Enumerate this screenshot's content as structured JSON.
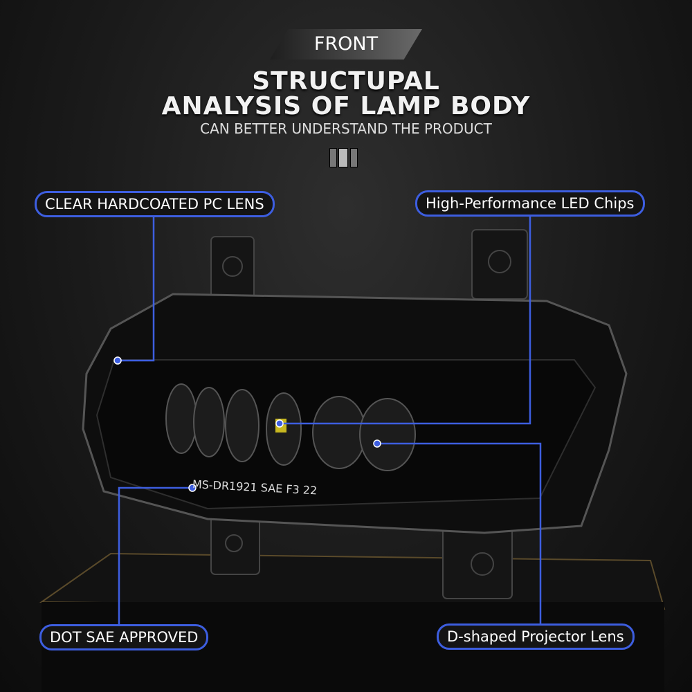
{
  "header": {
    "tag": "FRONT",
    "title_line1": "STRUCTUPAL",
    "title_line2": "ANALYSIS OF LAMP BODY",
    "subtitle": "CAN BETTER UNDERSTAND THE PRODUCT"
  },
  "callouts": [
    {
      "label": "CLEAR HARDCOATED PC LENS"
    },
    {
      "label": "High-Performance LED Chips"
    },
    {
      "label": "DOT SAE APPROVED"
    },
    {
      "label": "D-shaped Projector Lens"
    }
  ],
  "product": {
    "marking": "MS-DR1921 SAE F3 22"
  },
  "colors": {
    "accent": "#3d5ee0",
    "background": "#1a1a1a"
  }
}
